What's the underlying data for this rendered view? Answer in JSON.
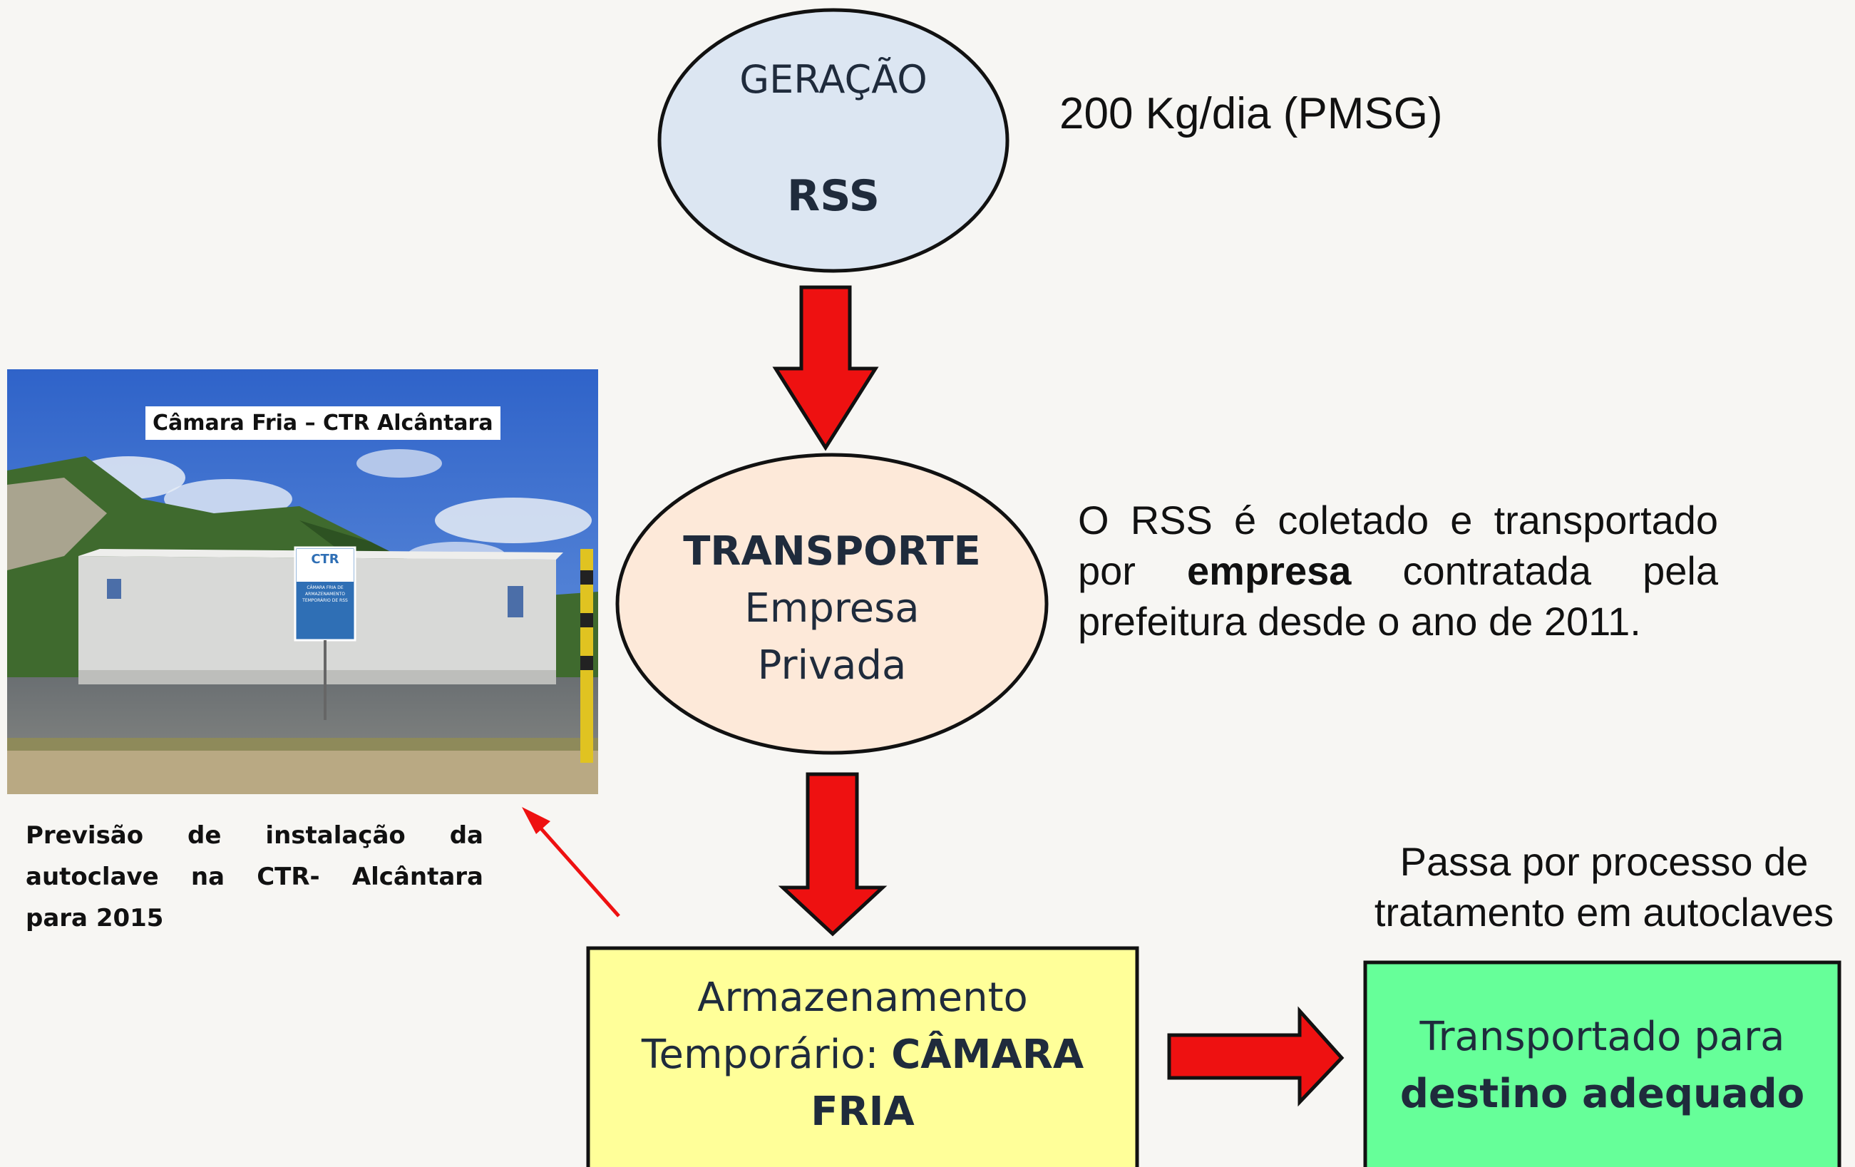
{
  "geracao": {
    "line1": "GERAÇÃO",
    "line2": "RSS"
  },
  "geracao_note": "200 Kg/dia (PMSG)",
  "transporte": {
    "line1": "TRANSPORTE",
    "line2": "Empresa",
    "line3": "Privada"
  },
  "transporte_note": {
    "part1": "O RSS é coletado e transportado por",
    "bold": "empresa",
    "part2": "contratada pela prefeitura desde o ano de 2011."
  },
  "armazenamento": {
    "line1": "Armazenamento",
    "line2_prefix": "Temporário: ",
    "line2_bold": "CÂMARA",
    "line3_bold": "FRIA"
  },
  "tratamento_note": {
    "line1": "Passa por processo de",
    "line2": "tratamento em autoclaves"
  },
  "destino": {
    "line1": "Transportado para",
    "line2_bold": "destino adequado"
  },
  "photo": {
    "label": "Câmara Fria – CTR Alcântara",
    "sign_brand": "CTR",
    "sign_lines": [
      "CÂMARA FRIA DE",
      "ARMAZENAMENTO",
      "TEMPORÁRIO DE RSS"
    ]
  },
  "caption": {
    "line1": "Previsão de instalação da",
    "line2": "autoclave na CTR- Alcântara",
    "line3": "para 2015"
  },
  "colors": {
    "ellipse_geracao": "#dce6f2",
    "ellipse_transporte": "#fde9d9",
    "box_armazenamento": "#ffff99",
    "box_destino": "#66ff99",
    "arrow_fill": "#ee1111",
    "arrow_pointer": "#ee1111"
  }
}
